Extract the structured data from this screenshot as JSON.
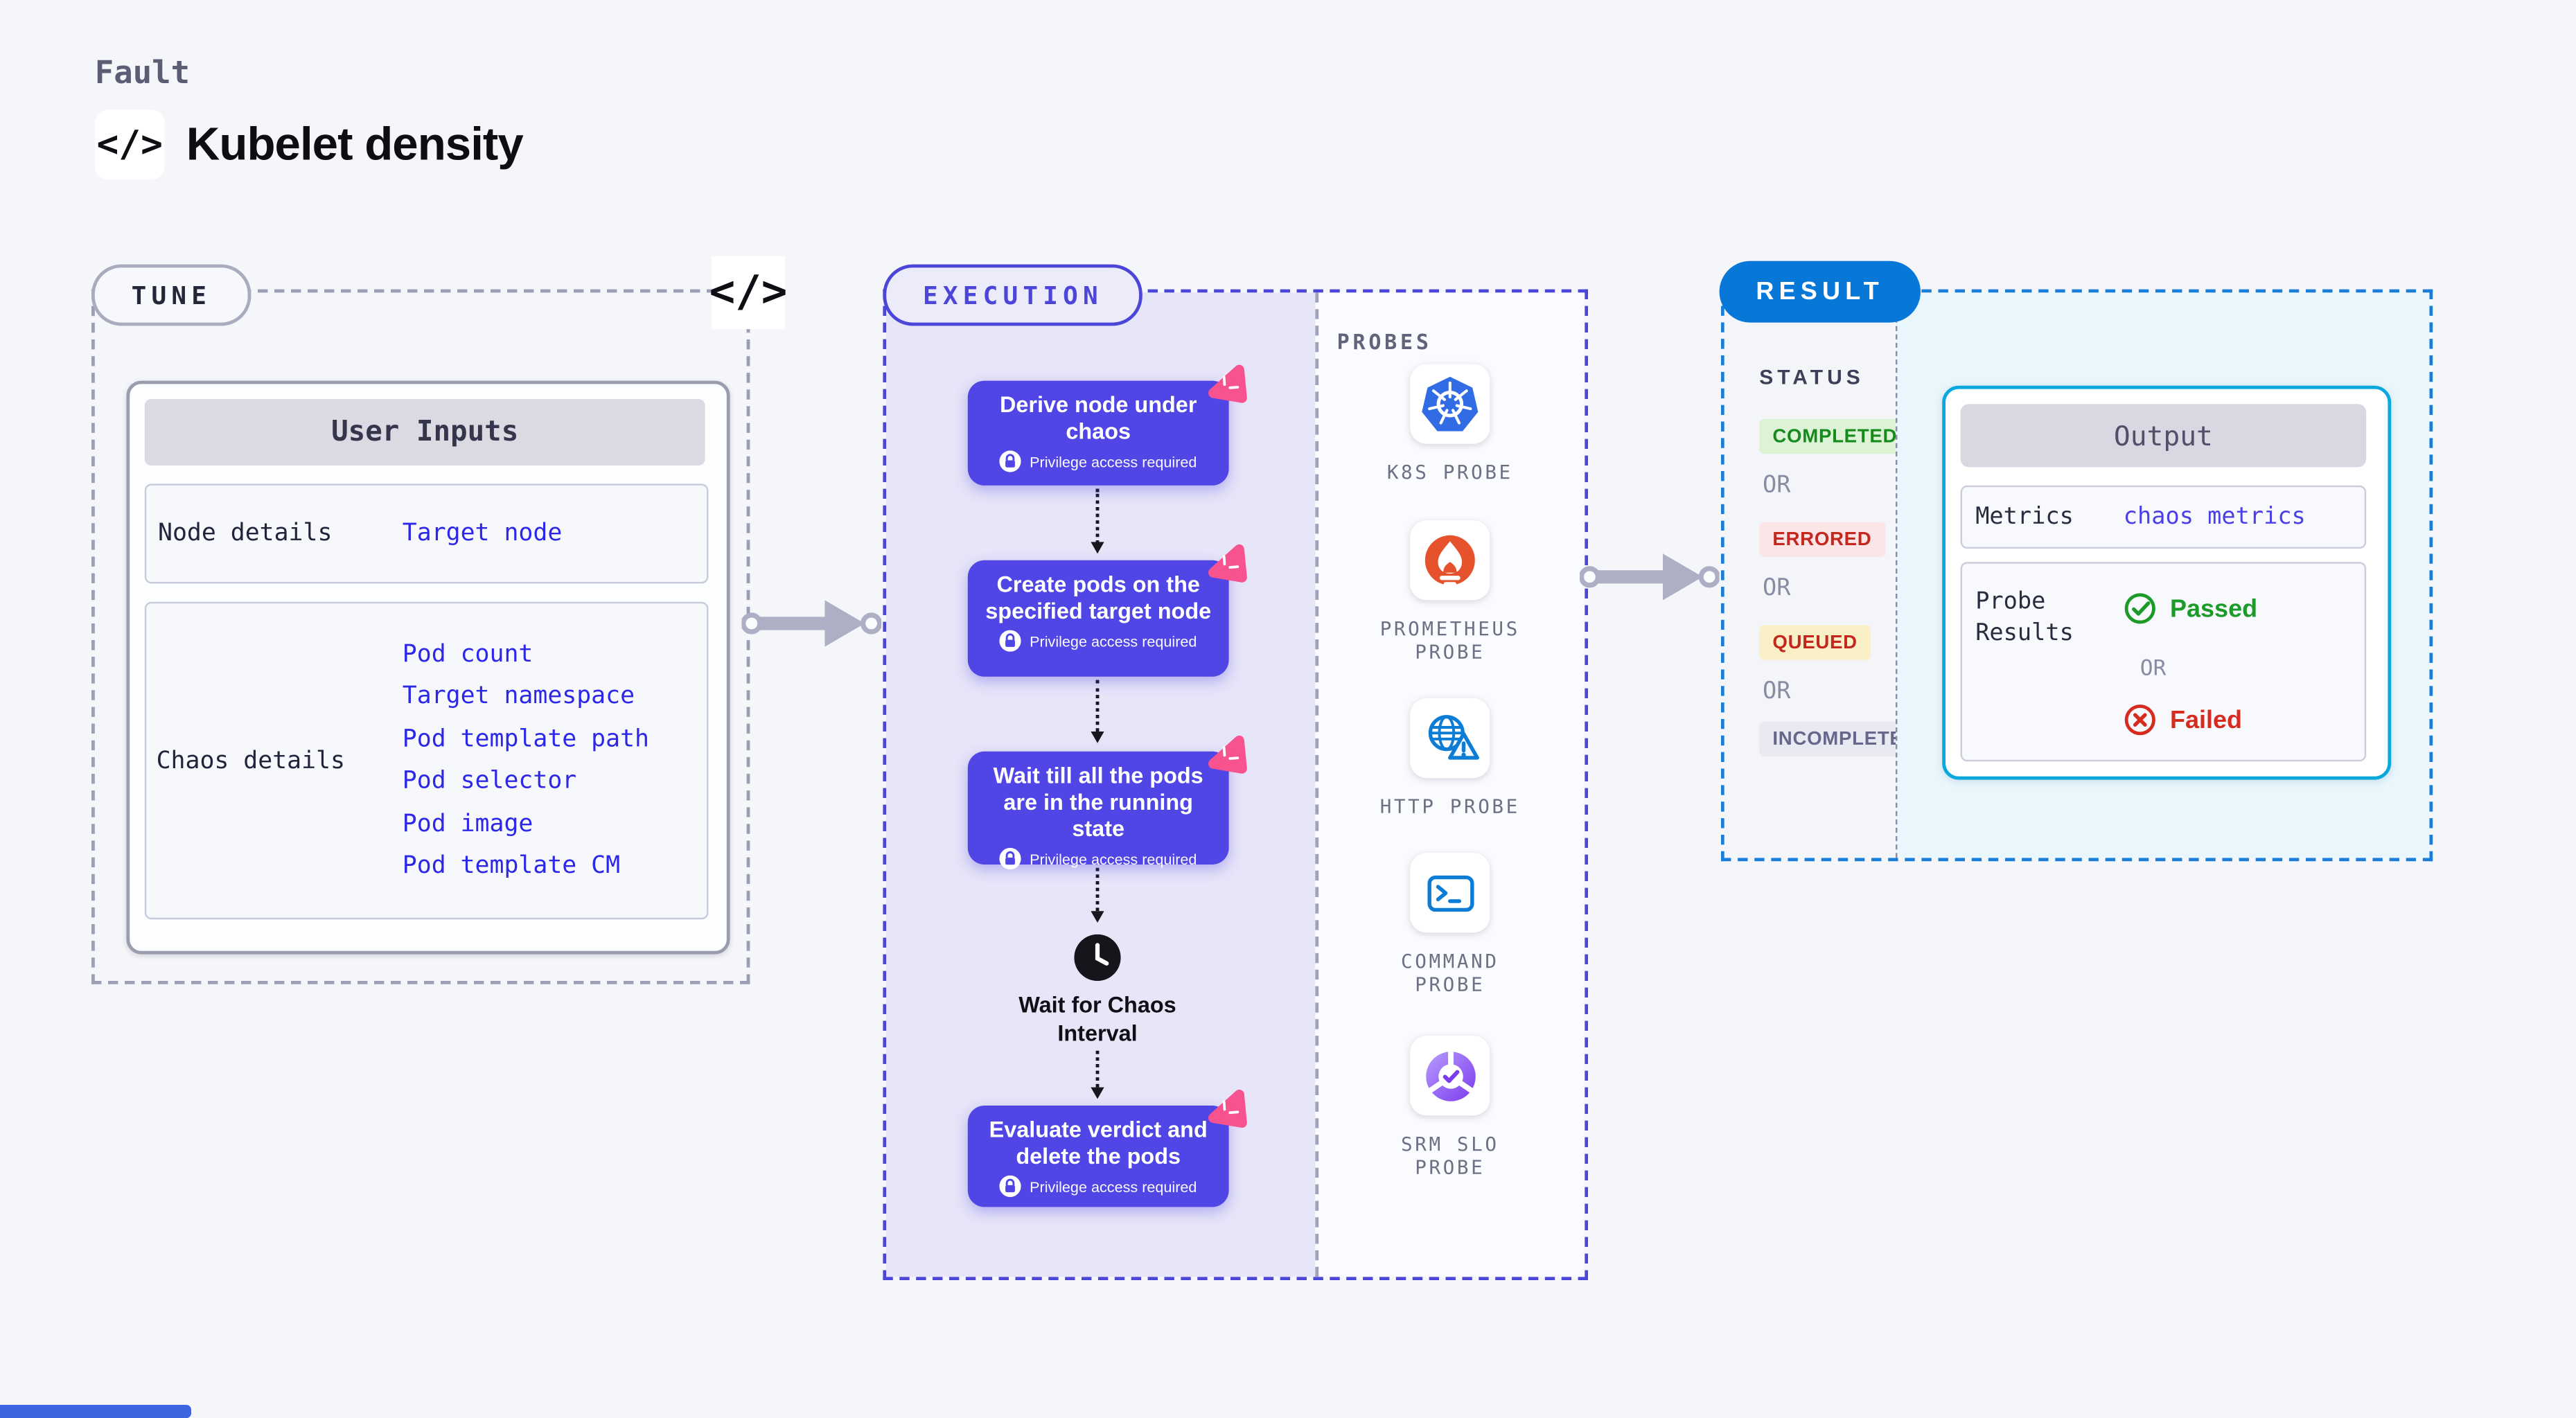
{
  "header": {
    "eyebrow": "Fault",
    "title": "Kubelet density",
    "code_icon": "</>"
  },
  "tune": {
    "badge": "TUNE",
    "code_icon": "</>",
    "user_inputs": {
      "header": "User Inputs",
      "rows": [
        {
          "label": "Node details",
          "values": [
            "Target node"
          ]
        },
        {
          "label": "Chaos details",
          "values": [
            "Pod count",
            "Target namespace",
            "Pod template path",
            "Pod selector",
            "Pod image",
            "Pod template CM"
          ]
        }
      ]
    }
  },
  "execution": {
    "badge": "EXECUTION",
    "privilege_note": "Privilege access required",
    "steps": [
      {
        "title": "Derive node under chaos"
      },
      {
        "title": "Create pods on the specified target node"
      },
      {
        "title": "Wait till all the pods are in the running state"
      },
      {
        "title": "Evaluate verdict and delete the pods"
      }
    ],
    "wait_label": "Wait for Chaos Interval",
    "probes": {
      "heading": "PROBES",
      "items": [
        {
          "label": "K8S PROBE",
          "icon": "kubernetes-icon"
        },
        {
          "label": "PROMETHEUS PROBE",
          "icon": "prometheus-icon"
        },
        {
          "label": "HTTP PROBE",
          "icon": "http-globe-warning-icon"
        },
        {
          "label": "COMMAND PROBE",
          "icon": "terminal-icon"
        },
        {
          "label": "SRM SLO PROBE",
          "icon": "slo-pie-check-icon"
        }
      ]
    }
  },
  "result": {
    "badge": "RESULT",
    "status": {
      "heading": "STATUS",
      "separator": "OR",
      "items": [
        "COMPLETED",
        "ERRORED",
        "QUEUED",
        "INCOMPLETED"
      ]
    },
    "output": {
      "header": "Output",
      "metrics_label": "Metrics",
      "metrics_value": "chaos metrics",
      "probe_results_label": "Probe Results",
      "passed": "Passed",
      "separator": "OR",
      "failed": "Failed"
    }
  },
  "colors": {
    "step_indigo": "#4F46E5",
    "execution_border": "#4B45D8",
    "result_blue": "#0878D8",
    "output_border_cyan": "#0BA8DE",
    "link_blue": "#2D28E8",
    "passed_green": "#1D9B29",
    "failed_red": "#D62B1F",
    "chaos_pink": "#F6538F",
    "kubernetes_blue": "#326CE5",
    "prometheus_orange": "#E6522C"
  }
}
